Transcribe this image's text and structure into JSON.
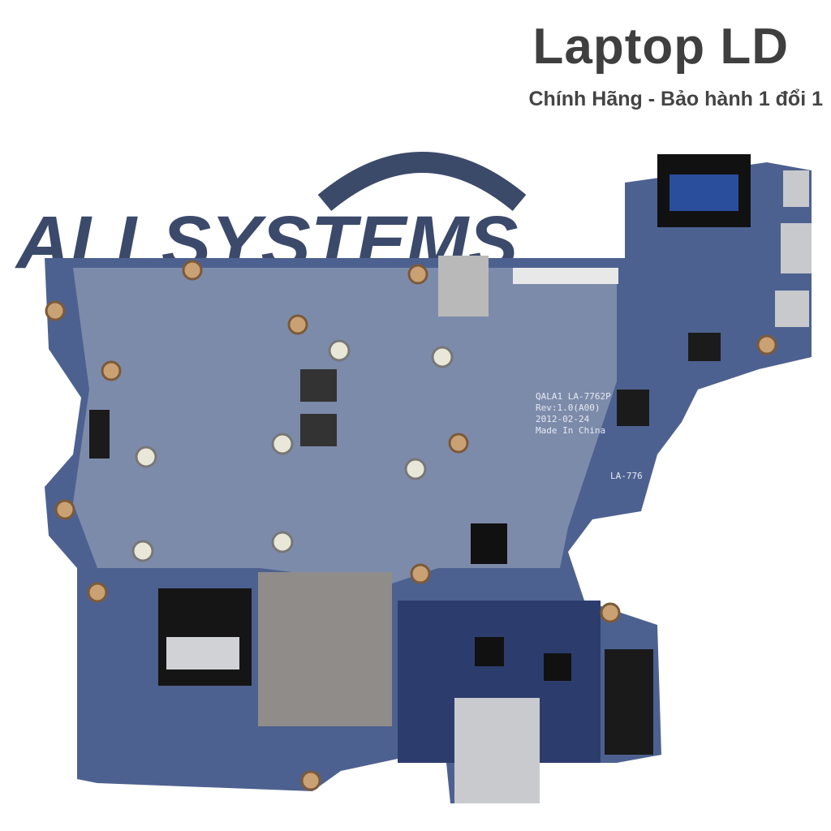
{
  "brand": {
    "title": "Laptop LD",
    "tagline": "Chính Hãng - Bảo hành 1 đổi 1"
  },
  "watermark": "ALLSYSTEMS",
  "board": {
    "silkscreen": [
      "QALA1 LA-7762P",
      "Rev:1.0(A00)",
      "2012-02-24",
      "Made In China"
    ],
    "small_label": "LA-776"
  },
  "colors": {
    "board": "#4a5f8e",
    "board_dark": "#26365f",
    "text": "#3f3f3f",
    "shield": "#8d8a88"
  }
}
